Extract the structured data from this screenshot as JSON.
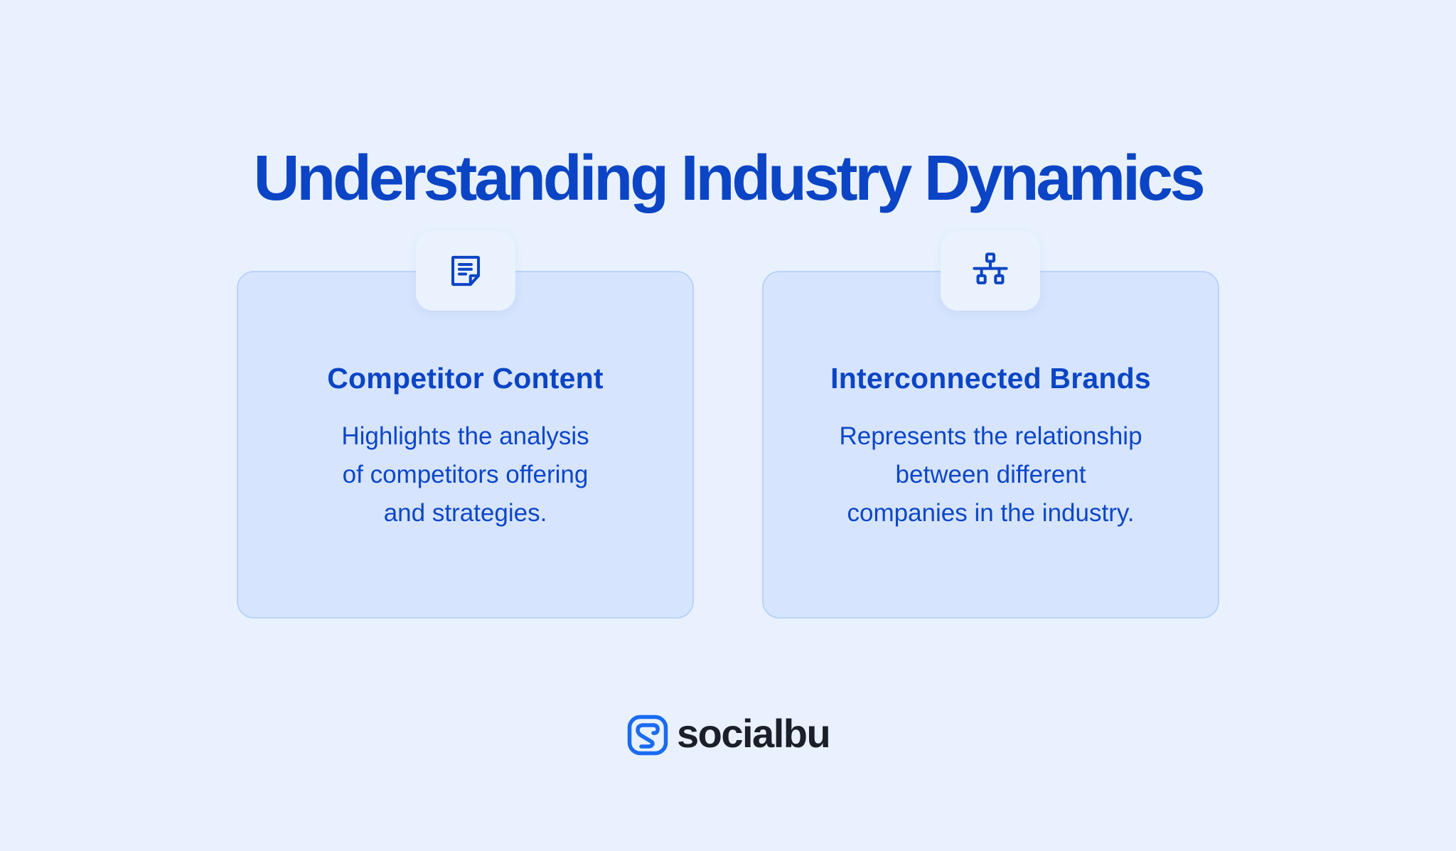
{
  "title": "Understanding Industry Dynamics",
  "colors": {
    "background": "#E9F1FE",
    "accent": "#0B45C5",
    "card_fill": "#D6E4FD",
    "card_border": "#BBD3FB",
    "icon_box_fill": "#EAF2FE",
    "logo_accent": "#1A6BF0",
    "logo_text": "#1B1F29"
  },
  "cards": [
    {
      "icon": "note-document-icon",
      "heading": "Competitor Content",
      "body_lines": [
        "Highlights the analysis",
        "of competitors offering",
        "and strategies."
      ]
    },
    {
      "icon": "network-hierarchy-icon",
      "heading": "Interconnected Brands",
      "body_lines": [
        "Represents the relationship",
        "between different",
        "companies in the industry."
      ]
    }
  ],
  "brand": {
    "icon": "socialbu-logo-icon",
    "name": "socialbu"
  }
}
